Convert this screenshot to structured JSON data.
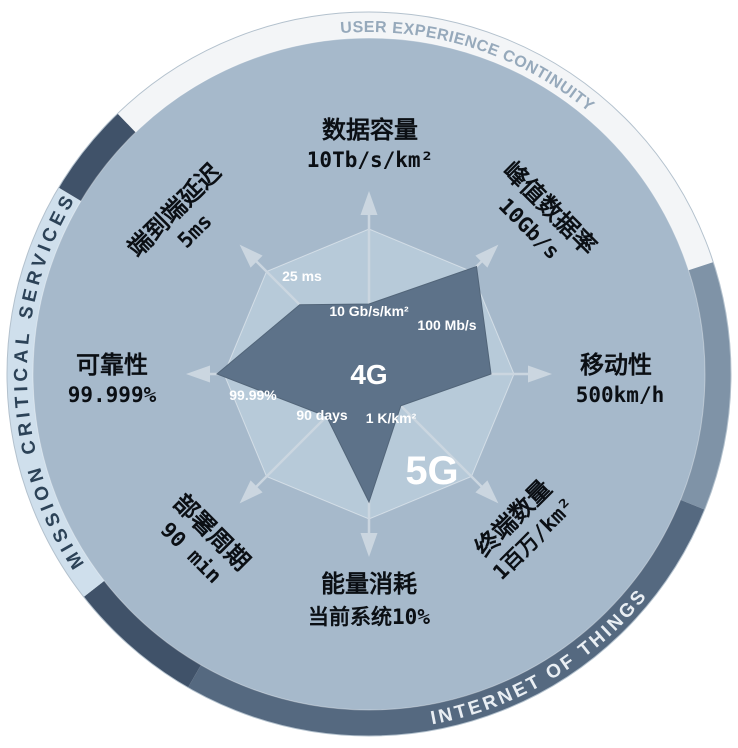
{
  "figure": {
    "ring": {
      "user_experience": "USER EXPERIENCE CONTINUITY",
      "mission_critical": "MISSION CRITICAL SERVICES",
      "internet_of_things": "INTERNET OF THINGS"
    },
    "colors": {
      "disc": "#a6b9cb",
      "ring_white": "#f3f5f7",
      "ring_medium_slate": "#7f93a7",
      "ring_dark_slate": "#556980",
      "ring_navy": "#405269",
      "ring_light_blue": "#cfdfec",
      "polygon_5g": "#b7cad9",
      "polygon_4g": "#5d7289",
      "arrow": "#cbd6e0",
      "label_text": "#0b0f14",
      "inner_text": "#ffffff"
    }
  },
  "chart_data": {
    "type": "radar",
    "axes": [
      {
        "axis": "数据容量",
        "5g": "10Tb/s/km²",
        "4g": "10 Gb/s/km²"
      },
      {
        "axis": "峰值数据率",
        "5g": "10Gb/s",
        "4g": "100 Mb/s"
      },
      {
        "axis": "移动性",
        "5g": "500km/h"
      },
      {
        "axis": "终端数量",
        "5g": "1百万/km²",
        "4g": "1 K/km²"
      },
      {
        "axis": "能量消耗",
        "5g": "当前系统10%"
      },
      {
        "axis": "部署周期",
        "5g": "90 min",
        "4g": "90 days"
      },
      {
        "axis": "可靠性",
        "5g": "99.999%",
        "4g": "99.99%"
      },
      {
        "axis": "端到端延迟",
        "5g": "5ms",
        "4g": "25 ms"
      }
    ],
    "series": [
      {
        "name": "4G",
        "position": "inner"
      },
      {
        "name": "5G",
        "position": "outer"
      }
    ],
    "ring_segments": [
      "USER EXPERIENCE CONTINUITY",
      "MISSION CRITICAL SERVICES",
      "INTERNET OF THINGS"
    ]
  }
}
